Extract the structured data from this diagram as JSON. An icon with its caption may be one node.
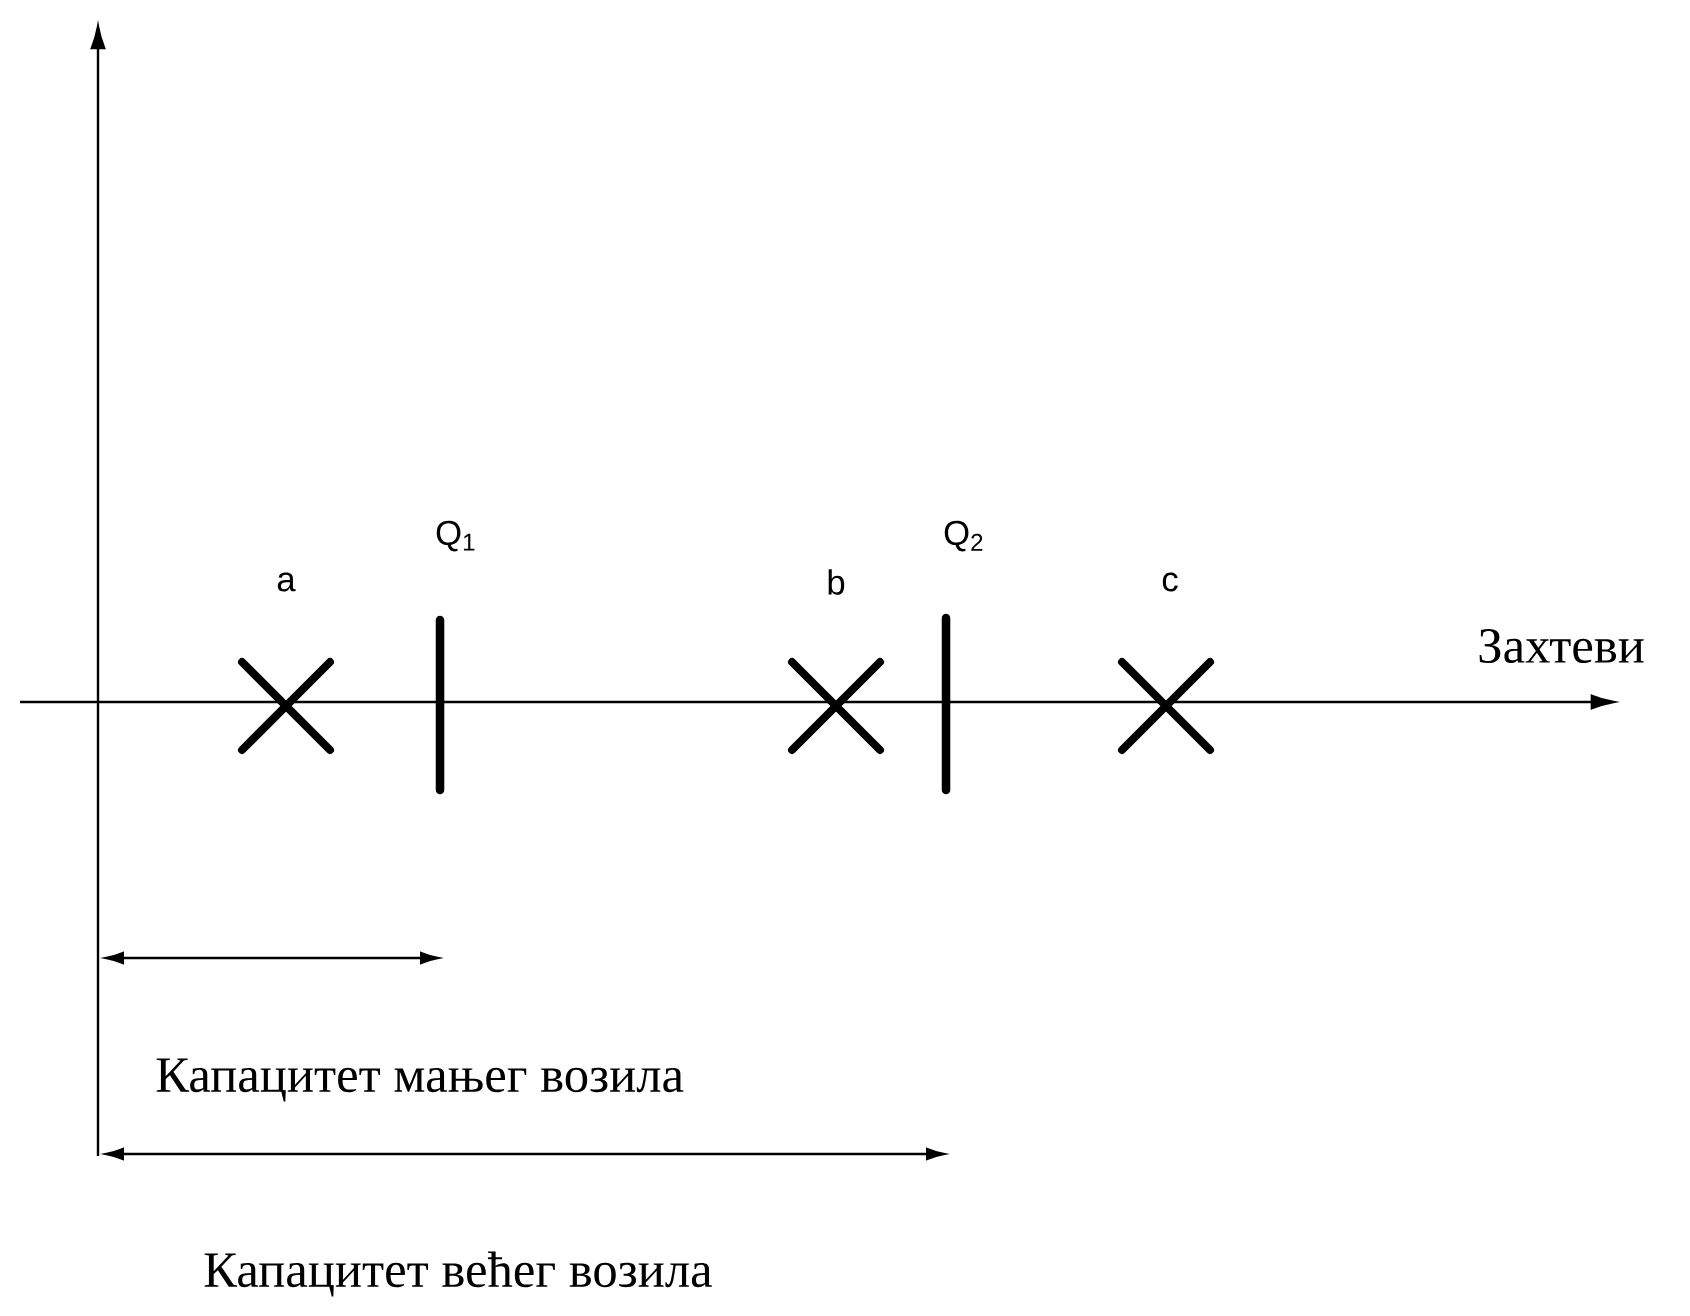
{
  "diagram": {
    "labels": [
      "a",
      "Q$_{1}$",
      "b",
      "Q$_{2}$",
      "c",
      "Захтеви",
      "Капацитет мањег возила",
      "Капацитет већег возила"
    ]
  }
}
